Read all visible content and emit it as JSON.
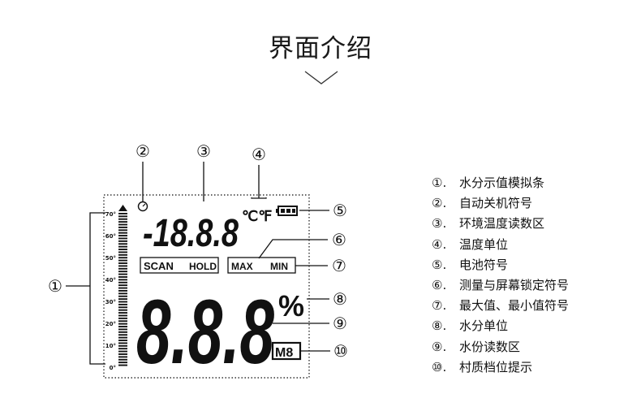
{
  "page": {
    "title": "界面介绍"
  },
  "display": {
    "scale_ticks": [
      "70°",
      "60°",
      "50°",
      "40°",
      "30°",
      "20°",
      "10°",
      "0°"
    ],
    "small_digits": "-18.8.8",
    "temp_units": "℃℉",
    "status_left": [
      "SCAN",
      "HOLD"
    ],
    "status_right": [
      "MAX",
      "MIN"
    ],
    "big_digits": "8.8.8",
    "percent_symbol": "%",
    "material_label": "M8"
  },
  "callouts": [
    "①",
    "②",
    "③",
    "④",
    "⑤",
    "⑥",
    "⑦",
    "⑧",
    "⑨",
    "⑩"
  ],
  "legend": [
    {
      "num": "①.",
      "text": "水分示值模拟条"
    },
    {
      "num": "②.",
      "text": "自动关机符号"
    },
    {
      "num": "③.",
      "text": "环境温度读数区"
    },
    {
      "num": "④.",
      "text": "温度单位"
    },
    {
      "num": "⑤.",
      "text": "电池符号"
    },
    {
      "num": "⑥.",
      "text": "测量与屏幕锁定符号"
    },
    {
      "num": "⑦.",
      "text": "最大值、最小值符号"
    },
    {
      "num": "⑧.",
      "text": "水分单位"
    },
    {
      "num": "⑨.",
      "text": "水份读数区"
    },
    {
      "num": "⑩.",
      "text": "村质档位提示"
    }
  ],
  "colors": {
    "ink": "#111111",
    "frame_dots": "#333333"
  }
}
